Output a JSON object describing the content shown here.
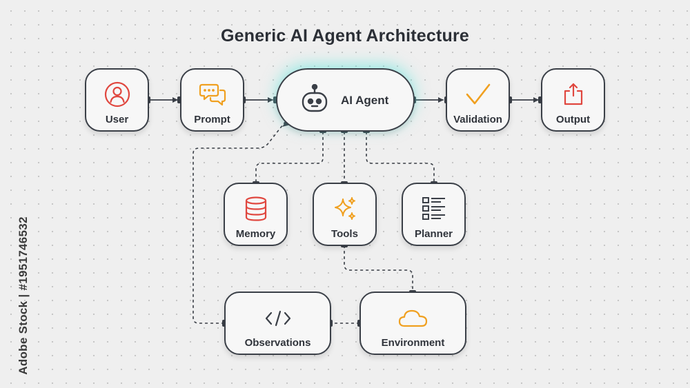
{
  "title": "Generic AI Agent Architecture",
  "nodes": {
    "user": {
      "label": "User",
      "icon": "user-circle-icon"
    },
    "prompt": {
      "label": "Prompt",
      "icon": "chat-bubbles-icon"
    },
    "agent": {
      "label": "AI Agent",
      "icon": "robot-icon"
    },
    "validation": {
      "label": "Validation",
      "icon": "checkmark-icon"
    },
    "output": {
      "label": "Output",
      "icon": "export-icon"
    },
    "memory": {
      "label": "Memory",
      "icon": "database-icon"
    },
    "tools": {
      "label": "Tools",
      "icon": "sparkles-icon"
    },
    "planner": {
      "label": "Planner",
      "icon": "checklist-icon"
    },
    "observations": {
      "label": "Observations",
      "icon": "code-icon"
    },
    "environment": {
      "label": "Environment",
      "icon": "cloud-icon"
    }
  },
  "edges": [
    {
      "from": "User",
      "to": "Prompt",
      "style": "solid"
    },
    {
      "from": "Prompt",
      "to": "AI Agent",
      "style": "solid"
    },
    {
      "from": "AI Agent",
      "to": "Validation",
      "style": "solid"
    },
    {
      "from": "Validation",
      "to": "Output",
      "style": "solid"
    },
    {
      "from": "AI Agent",
      "to": "Memory",
      "style": "dashed"
    },
    {
      "from": "AI Agent",
      "to": "Tools",
      "style": "dashed"
    },
    {
      "from": "AI Agent",
      "to": "Planner",
      "style": "dashed"
    },
    {
      "from": "Tools",
      "to": "Environment",
      "style": "dashed"
    },
    {
      "from": "Environment",
      "to": "Observations",
      "style": "dashed"
    },
    {
      "from": "Observations",
      "to": "AI Agent",
      "style": "dashed"
    }
  ],
  "watermark": "Adobe Stock | #1951746532",
  "colors": {
    "red": "#e0473f",
    "orange": "#f0a020",
    "outline": "#3a3f47",
    "glow": "#5ae6dc"
  }
}
